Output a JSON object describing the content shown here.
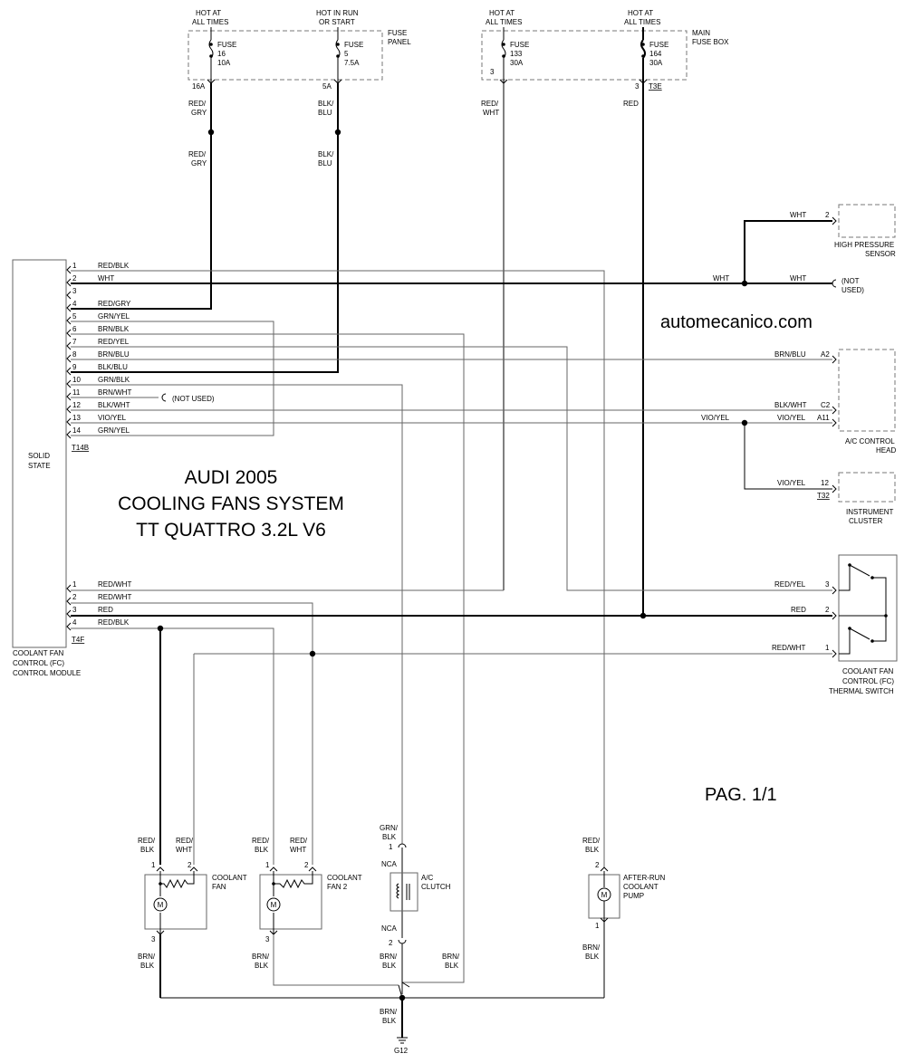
{
  "title": {
    "line1": "AUDI 2005",
    "line2": "COOLING FANS SYSTEM",
    "line3": "TT QUATTRO 3.2L V6"
  },
  "website": "automecanico.com",
  "page_label": "PAG. 1/1",
  "fuses": {
    "hot_at_all_times": [
      "HOT AT",
      "ALL TIMES"
    ],
    "hot_in_run": [
      "HOT IN RUN",
      "OR START"
    ],
    "fuse_panel": [
      "FUSE",
      "PANEL"
    ],
    "main_fuse_box": [
      "MAIN",
      "FUSE BOX"
    ],
    "f16": [
      "FUSE",
      "16",
      "10A"
    ],
    "f5": [
      "FUSE",
      "5",
      "7.5A"
    ],
    "f133": [
      "FUSE",
      "133",
      "30A"
    ],
    "f164": [
      "FUSE",
      "164",
      "30A"
    ],
    "pin_16a": "16A",
    "pin_5a": "5A",
    "pin_3a": "3",
    "pin_3b": "3",
    "pin_t3e": "T3E"
  },
  "wires_top": {
    "red_gry_1": [
      "RED/",
      "GRY"
    ],
    "red_gry_2": [
      "RED/",
      "GRY"
    ],
    "blk_blu_1": [
      "BLK/",
      "BLU"
    ],
    "blk_blu_2": [
      "BLK/",
      "BLU"
    ],
    "red_wht": [
      "RED/",
      "WHT"
    ],
    "red": "RED"
  },
  "module": {
    "state": [
      "SOLID",
      "STATE"
    ],
    "name": [
      "COOLANT FAN",
      "CONTROL (FC)",
      "CONTROL MODULE"
    ],
    "conn_a": "T14B",
    "conn_b": "T4F",
    "pins_a": [
      {
        "n": "1",
        "c": "RED/BLK"
      },
      {
        "n": "2",
        "c": "WHT"
      },
      {
        "n": "3",
        "c": ""
      },
      {
        "n": "4",
        "c": "RED/GRY"
      },
      {
        "n": "5",
        "c": "GRN/YEL"
      },
      {
        "n": "6",
        "c": "BRN/BLK"
      },
      {
        "n": "7",
        "c": "RED/YEL"
      },
      {
        "n": "8",
        "c": "BRN/BLU"
      },
      {
        "n": "9",
        "c": "BLK/BLU"
      },
      {
        "n": "10",
        "c": "GRN/BLK"
      },
      {
        "n": "11",
        "c": "BRN/WHT"
      },
      {
        "n": "12",
        "c": "BLK/WHT"
      },
      {
        "n": "13",
        "c": "VIO/YEL"
      },
      {
        "n": "14",
        "c": "GRN/YEL"
      }
    ],
    "pins_b": [
      {
        "n": "1",
        "c": "RED/WHT"
      },
      {
        "n": "2",
        "c": "RED/WHT"
      },
      {
        "n": "3",
        "c": "RED"
      },
      {
        "n": "4",
        "c": "RED/BLK"
      }
    ],
    "not_used": "(NOT USED)"
  },
  "hp_sensor": {
    "name": [
      "HIGH PRESSURE",
      "SENSOR"
    ],
    "wire": "WHT",
    "pin": "2",
    "wht_left": "WHT",
    "wht_right": "WHT",
    "not_used": [
      "(NOT",
      "USED)"
    ]
  },
  "ac_head": {
    "name": [
      "A/C CONTROL",
      "HEAD"
    ],
    "w1": "BRN/BLU",
    "p1": "A2",
    "w2": "BLK/WHT",
    "p2": "C2",
    "w3": "VIO/YEL",
    "p3": "A11",
    "w3_left": "VIO/YEL"
  },
  "cluster": {
    "name": [
      "INSTRUMENT",
      "CLUSTER"
    ],
    "wire": "VIO/YEL",
    "pin": "12",
    "conn": "T32"
  },
  "thermal_switch": {
    "name": [
      "COOLANT FAN",
      "CONTROL (FC)",
      "THERMAL SWITCH"
    ],
    "w3": "RED/YEL",
    "p3": "3",
    "w2": "RED",
    "p2": "2",
    "w1": "RED/WHT",
    "p1": "1"
  },
  "fan1": {
    "name": [
      "COOLANT",
      "FAN"
    ],
    "w_left": [
      "RED/",
      "BLK"
    ],
    "w_right": [
      "RED/",
      "WHT"
    ],
    "p1": "1",
    "p2": "2",
    "p3": "3",
    "w_bottom": [
      "BRN/",
      "BLK"
    ],
    "motor": "M"
  },
  "fan2": {
    "name": [
      "COOLANT",
      "FAN 2"
    ],
    "w_left": [
      "RED/",
      "BLK"
    ],
    "w_right": [
      "RED/",
      "WHT"
    ],
    "p1": "1",
    "p2": "2",
    "p3": "3",
    "w_bottom": [
      "BRN/",
      "BLK"
    ],
    "motor": "M"
  },
  "ac_clutch": {
    "name": [
      "A/C",
      "CLUTCH"
    ],
    "w_top": [
      "GRN/",
      "BLK"
    ],
    "p1": "1",
    "nca_top": "NCA",
    "p2": "2",
    "nca_bot": "NCA",
    "w_bottom": [
      "BRN/",
      "BLK"
    ]
  },
  "pump": {
    "name": [
      "AFTER-RUN",
      "COOLANT",
      "PUMP"
    ],
    "w_top": [
      "RED/",
      "BLK"
    ],
    "p2": "2",
    "p1": "1",
    "w_bottom": [
      "BRN/",
      "BLK"
    ],
    "motor": "M"
  },
  "ground": {
    "w_extra": [
      "BRN/",
      "BLK"
    ],
    "w_main": [
      "BRN/",
      "BLK"
    ],
    "name": "G12"
  }
}
